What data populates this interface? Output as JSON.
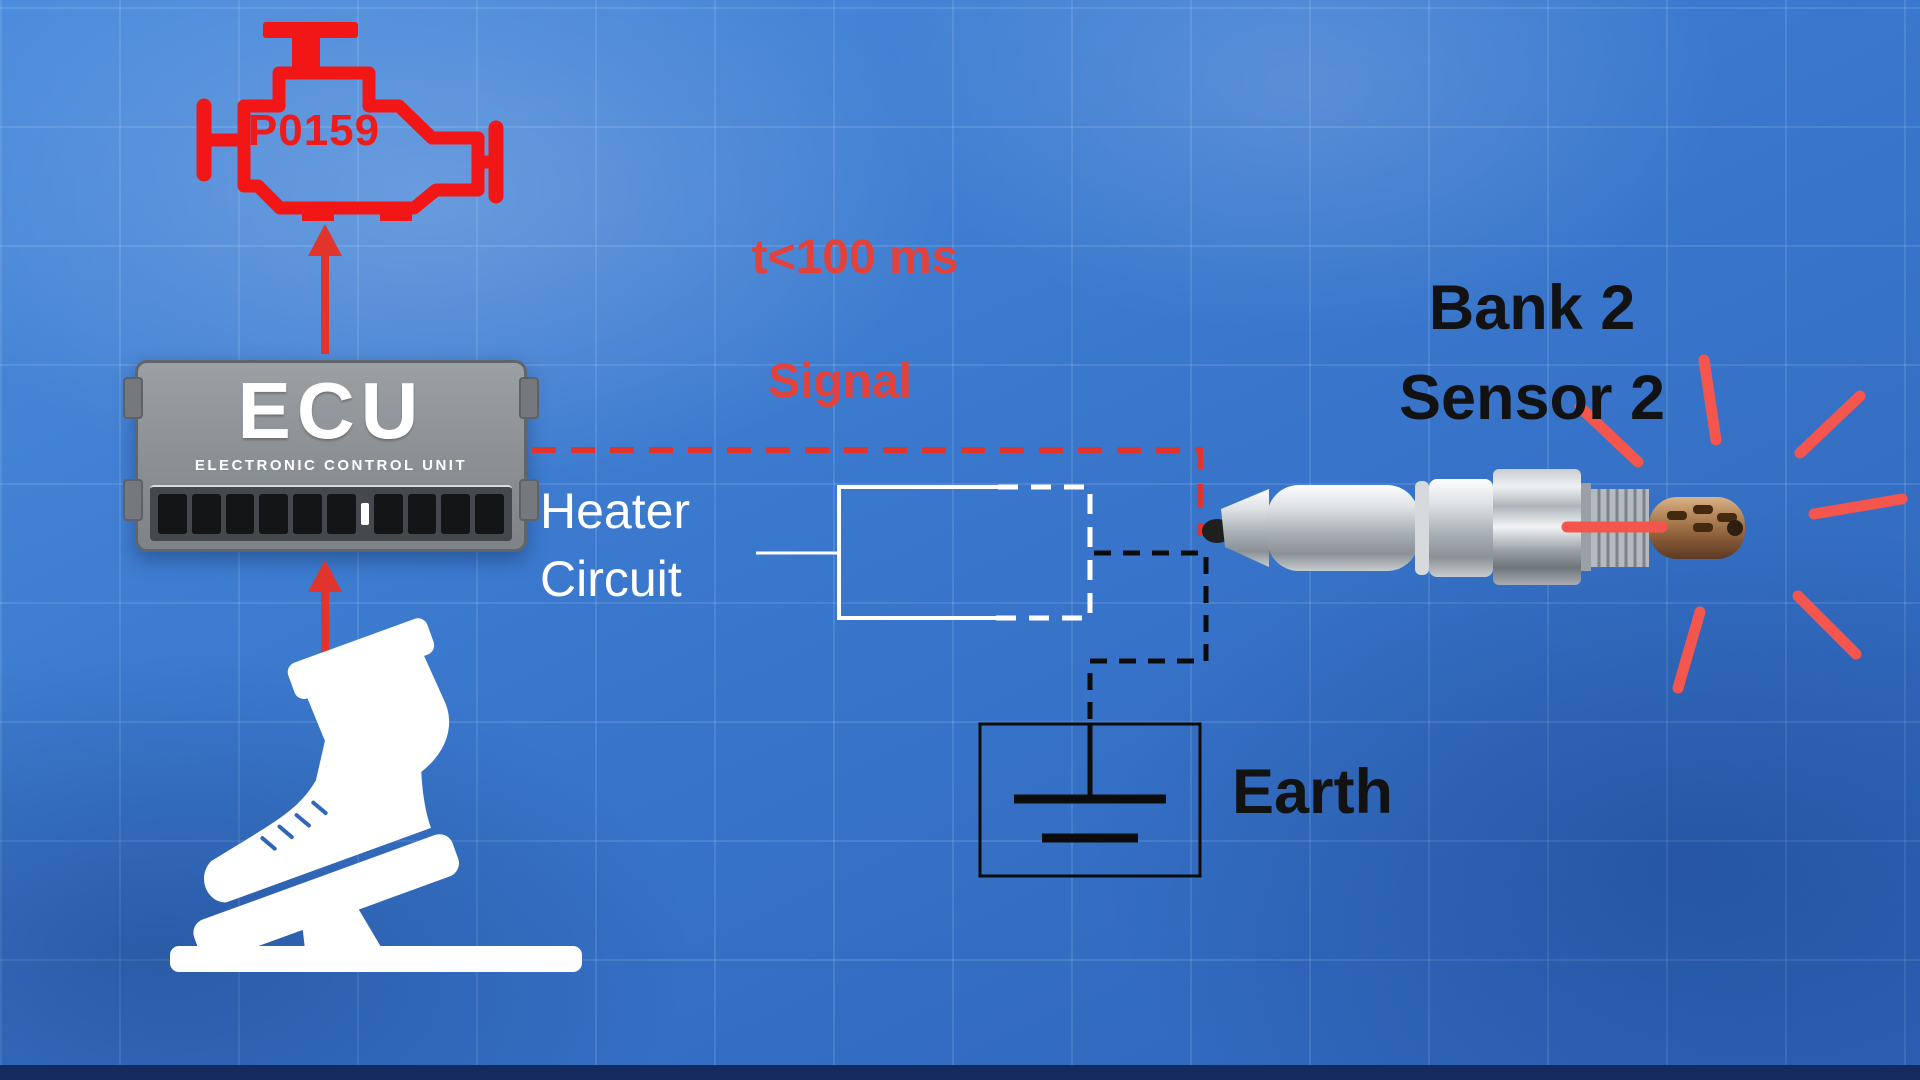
{
  "code_label": "P0159",
  "ecu": {
    "name": "ECU",
    "subtitle": "ELECTRONIC CONTROL UNIT"
  },
  "annotations": {
    "response_time": "t<100 ms",
    "signal": "Signal",
    "heater_line1": "Heater",
    "heater_line2": "Circuit",
    "sensor_line1": "Bank 2",
    "sensor_line2": "Sensor 2",
    "earth": "Earth"
  },
  "icons": {
    "check_engine": "check-engine-icon",
    "up_arrows": "red-up-arrow-icon",
    "pedal": "accelerator-pedal-icon",
    "oxygen_sensor": "oxygen-sensor-icon",
    "earth_ground": "earth-ground-symbol",
    "alert_rays": "alert-rays-icon"
  },
  "colors": {
    "background_blue": "#3a78cd",
    "grid_line": "rgba(210,230,255,0.13)",
    "alert_red": "#f21616",
    "wire_red": "#e0342c",
    "text_red": "#e2423b",
    "ray_red": "#f4564e",
    "ecu_gray": "#8a8f93",
    "ecu_connector_dark": "#45494d",
    "white": "#ffffff",
    "black": "#0c0c0c",
    "sensor_bronze": "#8a5c38"
  }
}
